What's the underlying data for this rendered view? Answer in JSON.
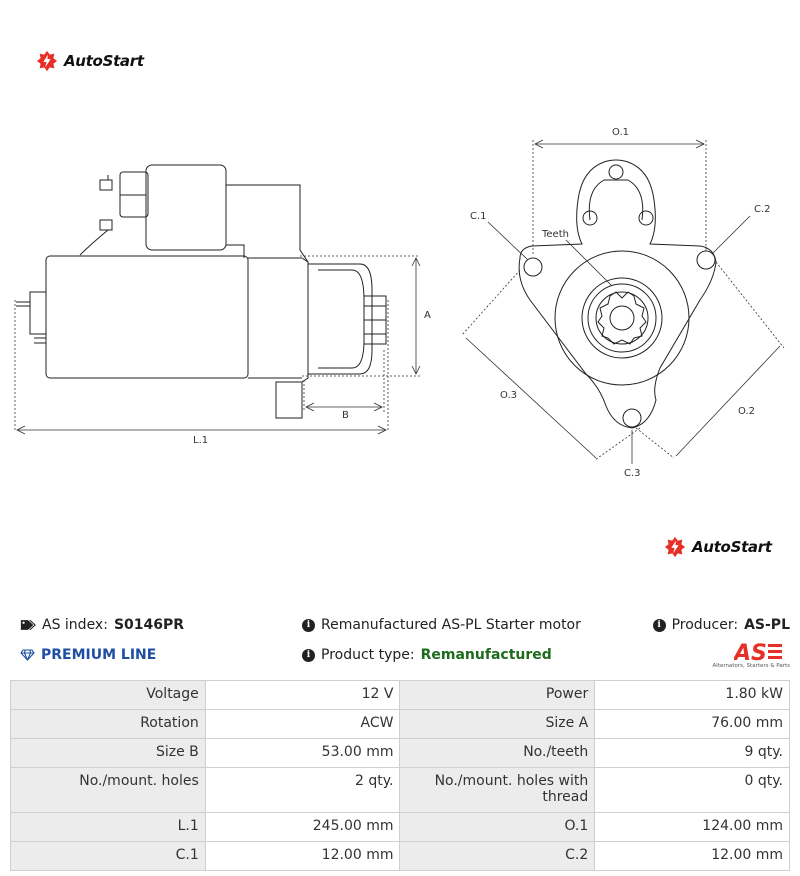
{
  "brand": {
    "name": "AutoStart",
    "accent": "#e63027"
  },
  "drawing": {
    "labels": {
      "a": "A",
      "b": "B",
      "l1": "L.1",
      "o1": "O.1",
      "o2": "O.2",
      "o3": "O.3",
      "c1": "C.1",
      "c2": "C.2",
      "c3": "C.3",
      "teeth": "Teeth"
    }
  },
  "info": {
    "as_index_label": "AS index:",
    "as_index_value": "S0146PR",
    "premium_label": "PREMIUM LINE",
    "description": "Remanufactured AS-PL Starter motor",
    "product_type_label": "Product type:",
    "product_type_value": "Remanufactured",
    "producer_label": "Producer:",
    "producer_value": "AS-PL",
    "producer_logo_text": "AS",
    "producer_slogan": "Alternators, Starters & Parts"
  },
  "specs": [
    {
      "l1": "Voltage",
      "v1": "12 V",
      "l2": "Power",
      "v2": "1.80 kW"
    },
    {
      "l1": "Rotation",
      "v1": "ACW",
      "l2": "Size A",
      "v2": "76.00 mm"
    },
    {
      "l1": "Size B",
      "v1": "53.00 mm",
      "l2": "No./teeth",
      "v2": "9 qty."
    },
    {
      "l1": "No./mount. holes",
      "v1": "2 qty.",
      "l2": "No./mount. holes with thread",
      "v2": "0 qty."
    },
    {
      "l1": "L.1",
      "v1": "245.00 mm",
      "l2": "O.1",
      "v2": "124.00 mm"
    },
    {
      "l1": "C.1",
      "v1": "12.00 mm",
      "l2": "C.2",
      "v2": "12.00 mm"
    }
  ]
}
